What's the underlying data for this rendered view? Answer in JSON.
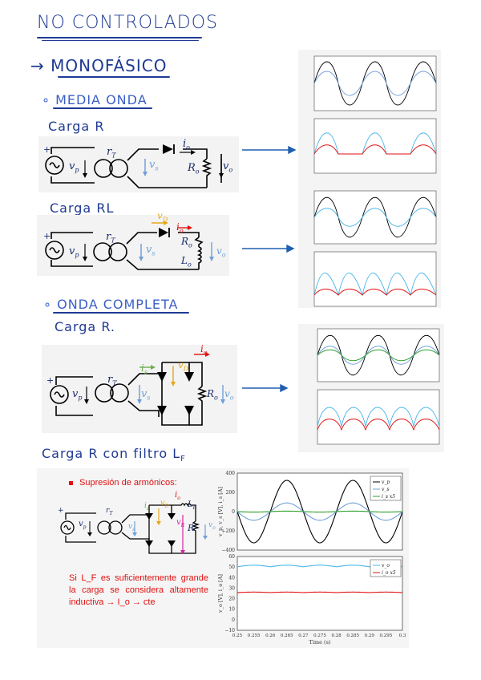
{
  "headings": {
    "title": "NO CONTROLADOS",
    "mono": "→ MONOFÁSICO",
    "media": "∘ MEDIA ONDA",
    "cargaR1": "Carga R",
    "cargaRL": "Carga RL",
    "completa": "∘ ONDA COMPLETA",
    "cargaR2": "Carga R.",
    "filtro": "Carga R con filtro L",
    "filtro_sub": "F"
  },
  "circuit_labels": {
    "vp": "v",
    "vp_sub": "p",
    "rT": "r",
    "rT_sub": "T",
    "vs": "v",
    "vs_sub": "s",
    "io": "i",
    "io_sub": "o",
    "Ro": "R",
    "Ro_sub": "o",
    "vo": "v",
    "vo_sub": "o",
    "vD": "v",
    "vD_sub": "D",
    "Lo": "L",
    "Lo_sub": "o",
    "is": "i",
    "is_sub": "s",
    "LF": "L",
    "LF_sub": "F",
    "vR": "v",
    "vR_sub": "R",
    "R": "R",
    "plus": "+"
  },
  "filter_panel": {
    "bullet": "Supresión de armónicos:",
    "note": "Si L_F es suficientemente grande la carga se considera altamente inductiva → I_o → cte"
  },
  "plot_top": {
    "ylabel": "v_p, v_s [V], i_s [A]",
    "yticks": [
      "400",
      "200",
      "0",
      "−200",
      "−400"
    ],
    "legend": [
      "v_p",
      "v_s",
      "i_s x5"
    ],
    "colors": [
      "#000000",
      "#6fa0d8",
      "#2ca02c"
    ]
  },
  "plot_bottom": {
    "ylabel": "v_o [V], i_o [A]",
    "yticks": [
      "60",
      "50",
      "40",
      "30",
      "20",
      "10",
      "0",
      "−10"
    ],
    "xticks": [
      "0.25",
      "0.255",
      "0.26",
      "0.265",
      "0.27",
      "0.275",
      "0.28",
      "0.285",
      "0.29",
      "0.295",
      "0.3"
    ],
    "xlabel": "Time (s)",
    "legend": [
      "v_o",
      "i_o x5"
    ],
    "colors": [
      "#49b6e8",
      "#e01010"
    ]
  },
  "chart_data": [
    {
      "type": "line",
      "x": [
        0.25,
        0.3
      ],
      "ylim": [
        -400,
        400
      ],
      "ylabel": "v_p, v_s [V], i_s [A]",
      "series": [
        {
          "name": "v_p",
          "amplitude": 325,
          "frequency": 50
        },
        {
          "name": "v_s",
          "amplitude": 90,
          "frequency": 50
        },
        {
          "name": "i_s x5",
          "amplitude": 5,
          "frequency": 50
        }
      ]
    },
    {
      "type": "line",
      "xlim": [
        0.25,
        0.3
      ],
      "ylim": [
        -10,
        60
      ],
      "xlabel": "Time (s)",
      "ylabel": "v_o [V], i_o [A]",
      "series": [
        {
          "name": "v_o",
          "mean": 51,
          "ripple": 1.5
        },
        {
          "name": "i_o x5",
          "mean": 26,
          "ripple": 0.5
        }
      ]
    }
  ],
  "colors": {
    "ink": "#1f3a93",
    "arrow": "#1f5fb0",
    "red": "#e01010",
    "blue": "#49b6e8",
    "orange": "#e6a817",
    "green": "#6ab04c",
    "magenta": "#d6249f"
  }
}
